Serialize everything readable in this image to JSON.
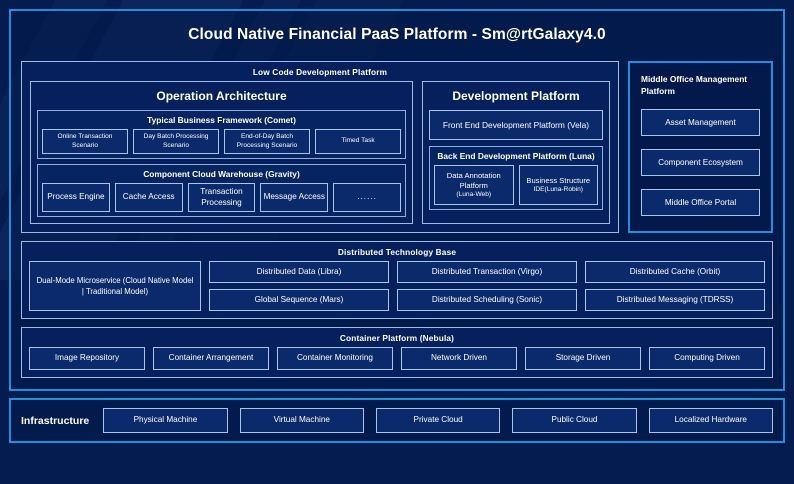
{
  "title": "Cloud Native Financial PaaS Platform - Sm@rtGalaxy4.0",
  "colors": {
    "background": "#041c4f",
    "frame_border": "#1f90d9",
    "panel_border": "#9dbce4",
    "box_border": "#a9c5ea",
    "box_fill": "#0a2a6b",
    "text": "#ffffff"
  },
  "low_code": {
    "title": "Low Code Development Platform",
    "operation_architecture": {
      "title": "Operation Architecture",
      "comet": {
        "title": "Typical Business Framework (Comet)",
        "items": [
          "Online Transaction Scenario",
          "Day Batch Processing Scenario",
          "End-of-Day Batch Processing Scenario",
          "Timed Task"
        ]
      },
      "gravity": {
        "title": "Component Cloud Warehouse (Gravity)",
        "items": [
          "Process Engine",
          "Cache Access",
          "Transaction Processing",
          "Message Access",
          "......"
        ]
      }
    },
    "development_platform": {
      "title": "Development Platform",
      "front_end": "Front End Development Platform (Vela)",
      "back_end": {
        "title": "Back End Development Platform (Luna)",
        "items": [
          {
            "main": "Data Annotation Platform",
            "sub": "(Luna-Web)"
          },
          {
            "main": "Business Structure",
            "sub": "IDE(Luna-Robin)"
          }
        ]
      }
    }
  },
  "middle_office": {
    "title": "Middle Office Management Platform",
    "items": [
      "Asset Management",
      "Component Ecosystem",
      "Middle Office Portal"
    ]
  },
  "distributed_technology_base": {
    "title": "Distributed Technology Base",
    "highlight": "Dual-Mode Microservice (Cloud Native Model | Traditional Model)",
    "columns": [
      {
        "top": "Distributed Data (Libra)",
        "bottom": "Global Sequence (Mars)"
      },
      {
        "top": "Distributed Transaction (Virgo)",
        "bottom": "Distributed Scheduling (Sonic)"
      },
      {
        "top": "Distributed Cache (Orbit)",
        "bottom": "Distributed Messaging (TDRSS)"
      }
    ]
  },
  "container_platform": {
    "title": "Container Platform (Nebula)",
    "items": [
      "Image Repository",
      "Container Arrangement",
      "Container Monitoring",
      "Network Driven",
      "Storage Driven",
      "Computing Driven"
    ]
  },
  "infrastructure": {
    "label": "Infrastructure",
    "items": [
      "Physical Machine",
      "Virtual Machine",
      "Private Cloud",
      "Public Cloud",
      "Localized Hardware"
    ]
  }
}
